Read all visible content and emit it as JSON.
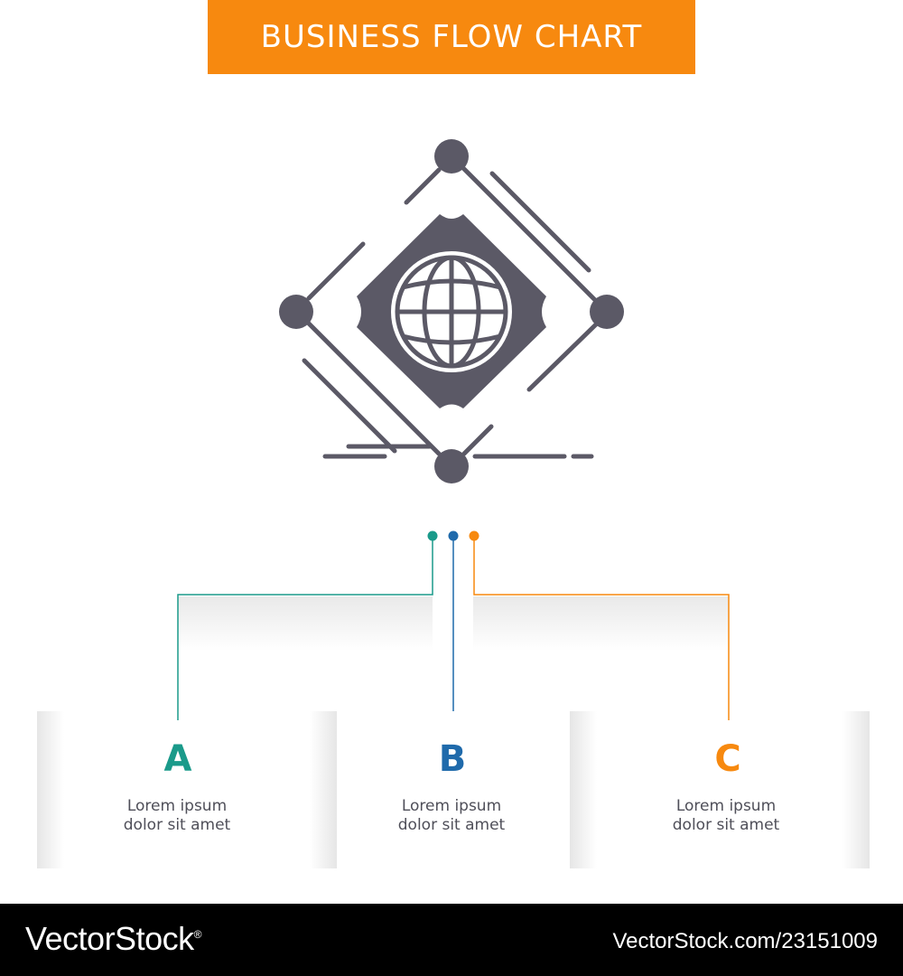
{
  "title": "BUSINESS FLOW CHART",
  "colors": {
    "title_bg": "#F7890F",
    "icon": "#5B5966",
    "option_a": "#1A9A8A",
    "option_b": "#1F6AAB",
    "option_c": "#F7890F",
    "text": "#4F4F59"
  },
  "main_icon": "globe-network-icon",
  "options": [
    {
      "letter": "A",
      "line1": "Lorem ipsum",
      "line2": "dolor sit amet"
    },
    {
      "letter": "B",
      "line1": "Lorem ipsum",
      "line2": "dolor sit amet"
    },
    {
      "letter": "C",
      "line1": "Lorem ipsum",
      "line2": "dolor sit amet"
    }
  ],
  "footer": {
    "brand": "VectorStock",
    "brand_mark": "®",
    "image_id": "VectorStock.com/23151009"
  }
}
